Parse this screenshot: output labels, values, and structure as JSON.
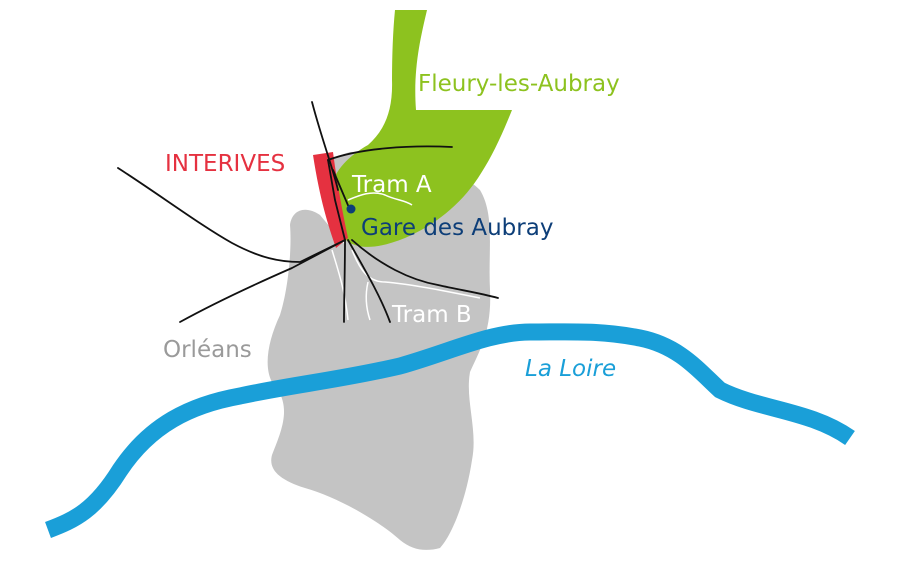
{
  "labels": {
    "fleury": "Fleury-les-Aubray",
    "interives": "INTERIVES",
    "tram_a": "Tram A",
    "gare": "Gare des Aubray",
    "tram_b": "Tram B",
    "orleans": "Orléans",
    "loire": "La Loire"
  },
  "colors": {
    "fleury_area": "#8dc21f",
    "orleans_area": "#c4c4c4",
    "interives_area": "#e53140",
    "river": "#1a9fd8",
    "rail_lines": "#111111",
    "tram_lines": "#ffffff",
    "station_dot": "#0d3e78"
  }
}
